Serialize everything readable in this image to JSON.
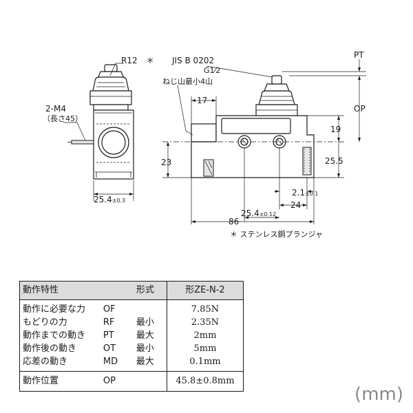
{
  "drawing": {
    "labels": {
      "r12": "R12",
      "asterisk_top": "＊",
      "jis": "JIS B 0202",
      "g_half": "G1⁄2",
      "thread_note": "ねじ山最小4山",
      "m4": "2-M4",
      "m4_length": "（長さ45）",
      "pt": "PT",
      "op": "OP",
      "dim_17": "17",
      "dim_19": "19",
      "dim_23": "23",
      "dim_25_5": "25.5",
      "dim_25_4_main": "25.4",
      "dim_25_4_tol": "±0.3",
      "dim_2_1_main": "2.1",
      "dim_2_1_tol": "±0.1",
      "dim_24": "24",
      "dim_25_4b_main": "25.4",
      "dim_25_4b_tol": "±0.12",
      "dim_86": "86",
      "plunger_note": "＊ ステンレス鋼プランジャ"
    }
  },
  "table": {
    "header": {
      "label": "動作特性",
      "form_label": "形式",
      "model": "形ZE-N-2"
    },
    "rows": [
      {
        "label": "動作に必要な力",
        "code": "OF",
        "limit": "",
        "value": "7.85N"
      },
      {
        "label": "もどりの力",
        "code": "RF",
        "limit": "最小",
        "value": "2.35N"
      },
      {
        "label": "動作までの動き",
        "code": "PT",
        "limit": "最大",
        "value": "2mm"
      },
      {
        "label": "動作後の動き",
        "code": "OT",
        "limit": "最小",
        "value": "5mm"
      },
      {
        "label": "応差の動き",
        "code": "MD",
        "limit": "最大",
        "value": "0.1mm"
      }
    ],
    "op_row": {
      "label": "動作位置",
      "code": "OP",
      "limit": "",
      "value": "45.8±0.8mm"
    }
  },
  "unit": "(mm)"
}
